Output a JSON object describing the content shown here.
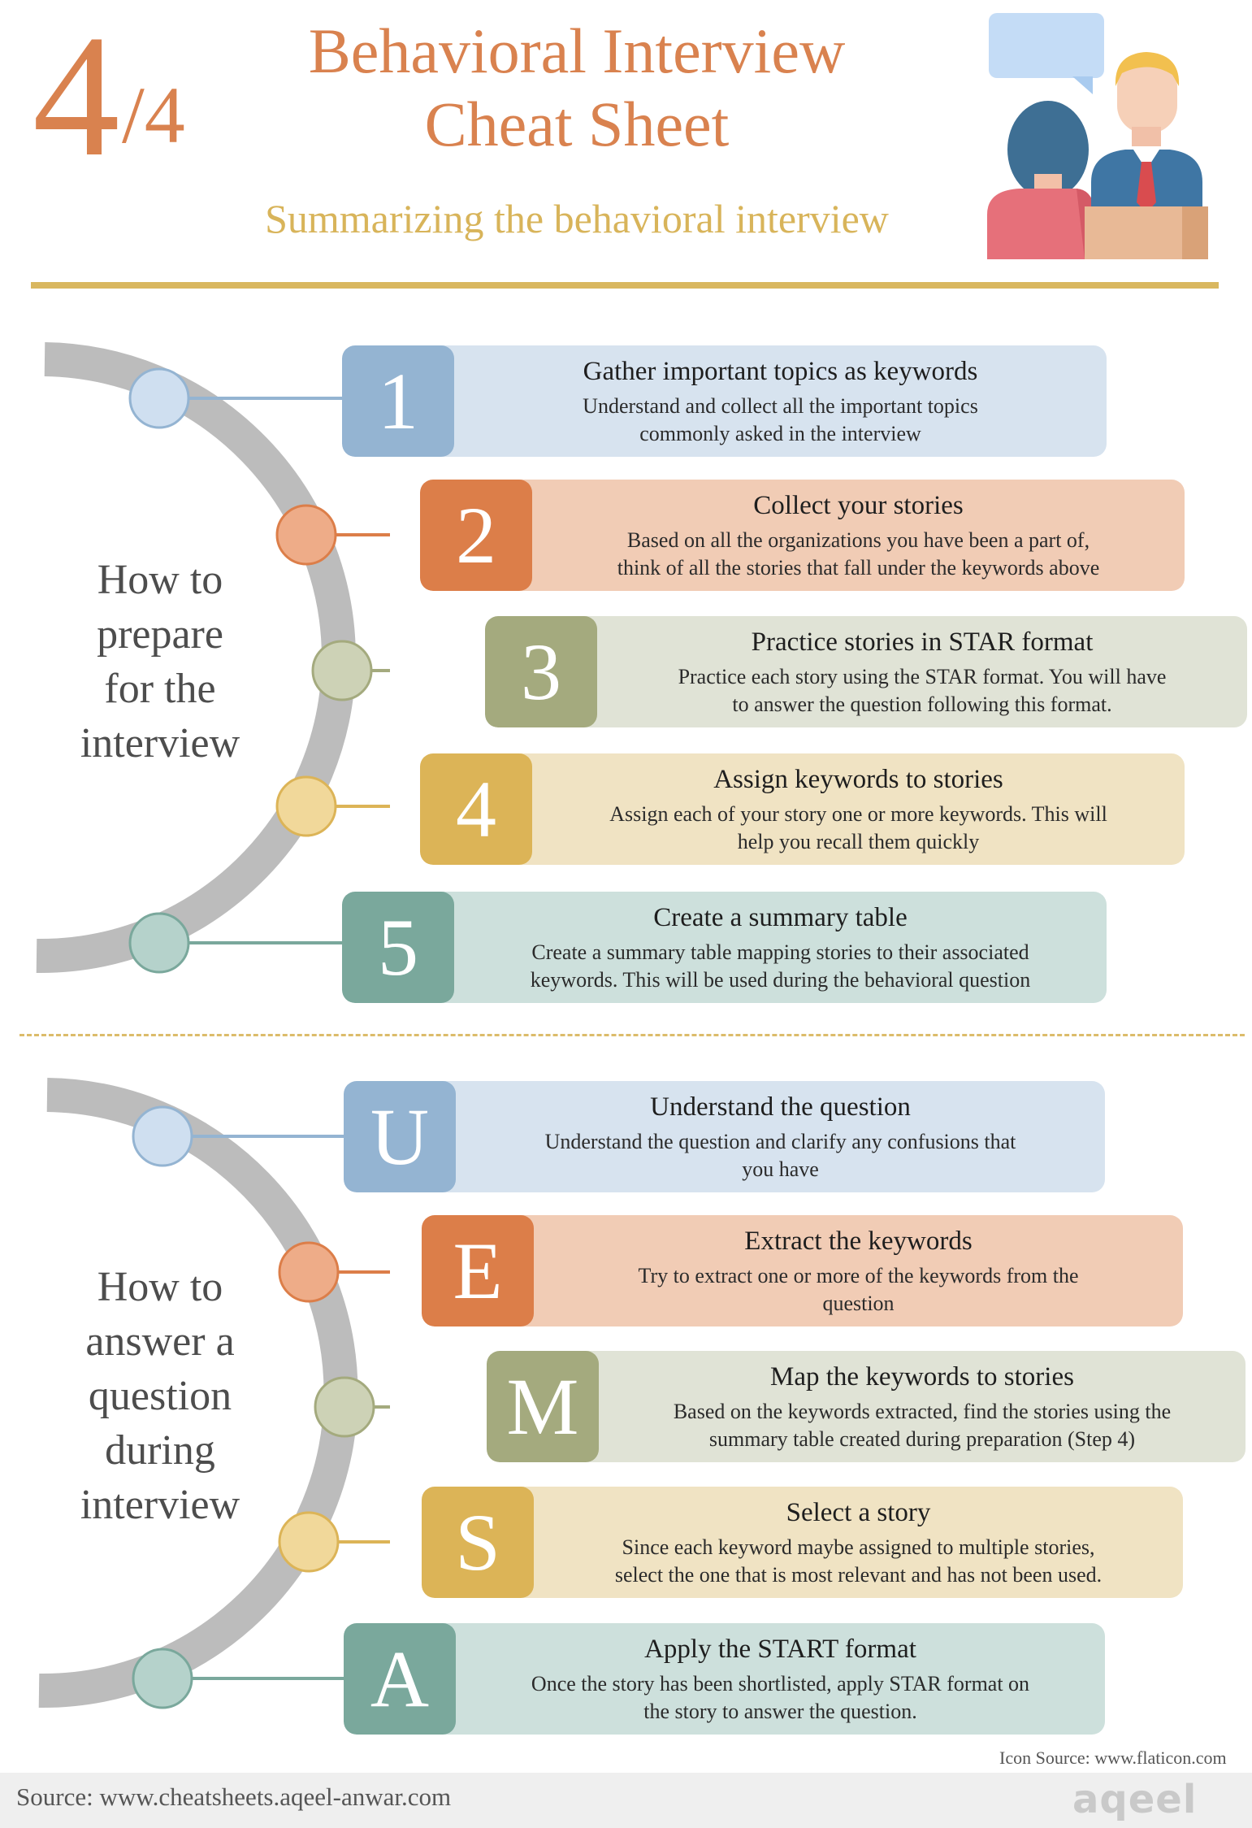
{
  "header": {
    "part_number": "4",
    "part_total": "/4",
    "title_line1": "Behavioral Interview",
    "title_line2": "Cheat Sheet",
    "subtitle": "Summarizing the behavioral interview"
  },
  "colors": {
    "accent_orange": "#d9824f",
    "accent_gold": "#d8b45a",
    "blue": "#94b4d2",
    "orange": "#dc7e49",
    "olive": "#a4aa7e",
    "yellow": "#dcb457",
    "teal": "#7aa89c"
  },
  "prepare": {
    "label_lines": [
      "How to",
      "prepare",
      "for the",
      "interview"
    ],
    "steps": [
      {
        "badge": "1",
        "title": "Gather important topics as keywords",
        "desc_lines": [
          "Understand and collect all the important topics",
          "commonly asked in the interview"
        ]
      },
      {
        "badge": "2",
        "title": "Collect your stories",
        "desc_lines": [
          "Based on all the organizations you have been a part of,",
          "think of all the stories that fall under the keywords above"
        ]
      },
      {
        "badge": "3",
        "title": "Practice stories in STAR format",
        "desc_lines": [
          "Practice each story using the STAR format. You will have",
          "to answer the question following this format."
        ]
      },
      {
        "badge": "4",
        "title": "Assign keywords to stories",
        "desc_lines": [
          "Assign each of your story one or more keywords. This will",
          "help you recall them quickly"
        ]
      },
      {
        "badge": "5",
        "title": "Create a summary table",
        "desc_lines": [
          "Create a summary table mapping stories to their associated",
          "keywords. This will be used during the behavioral question"
        ]
      }
    ]
  },
  "answer": {
    "label_lines": [
      "How to",
      "answer a",
      "question",
      "during",
      "interview"
    ],
    "steps": [
      {
        "badge": "U",
        "title": "Understand the question",
        "desc_lines": [
          "Understand the question and clarify any confusions that",
          "you have"
        ]
      },
      {
        "badge": "E",
        "title": "Extract the keywords",
        "desc_lines": [
          "Try to extract one or more of the keywords from the",
          "question"
        ]
      },
      {
        "badge": "M",
        "title": "Map the keywords to stories",
        "desc_lines": [
          "Based on the keywords extracted, find the stories using the",
          "summary table created during preparation (Step 4)"
        ]
      },
      {
        "badge": "S",
        "title": "Select a story",
        "desc_lines": [
          "Since each keyword maybe assigned to multiple stories,",
          "select the one that is most relevant and has not been used."
        ]
      },
      {
        "badge": "A",
        "title": "Apply the START format",
        "desc_lines": [
          "Once the story has been shortlisted, apply STAR format on",
          "the story to answer the question."
        ]
      }
    ]
  },
  "footer": {
    "icon_source": "Icon Source: www.flaticon.com",
    "source": "Source: www.cheatsheets.aqeel-anwar.com",
    "logo": "aqeel"
  }
}
